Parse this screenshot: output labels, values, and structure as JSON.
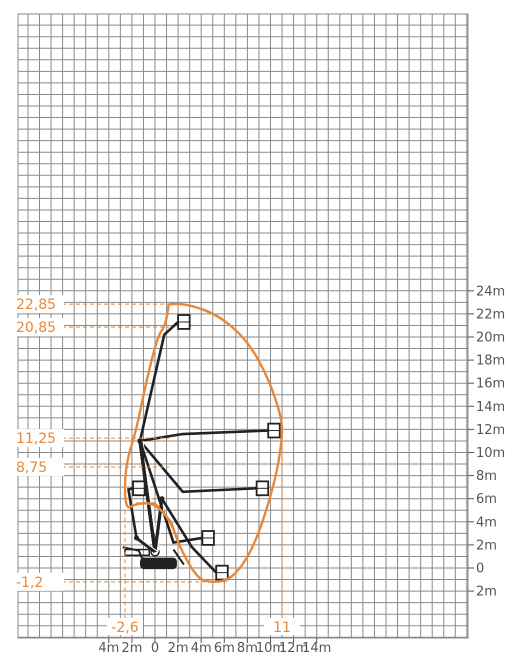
{
  "chart_data": {
    "type": "diagram",
    "x_axis": {
      "unit": "m",
      "ticks": [
        {
          "value": -4,
          "label": "4m"
        },
        {
          "value": -2,
          "label": "2m"
        },
        {
          "value": 0,
          "label": "0"
        },
        {
          "value": 2,
          "label": "2m"
        },
        {
          "value": 4,
          "label": "4m"
        },
        {
          "value": 6,
          "label": "6m"
        },
        {
          "value": 8,
          "label": "8m"
        },
        {
          "value": 10,
          "label": "10m"
        },
        {
          "value": 12,
          "label": "12m"
        },
        {
          "value": 14,
          "label": "14m"
        }
      ]
    },
    "y_axis": {
      "unit": "m",
      "ticks": [
        {
          "value": 24,
          "label": "24m"
        },
        {
          "value": 22,
          "label": "22m"
        },
        {
          "value": 20,
          "label": "20m"
        },
        {
          "value": 18,
          "label": "18m"
        },
        {
          "value": 16,
          "label": "16m"
        },
        {
          "value": 14,
          "label": "14m"
        },
        {
          "value": 12,
          "label": "12m"
        },
        {
          "value": 10,
          "label": "10m"
        },
        {
          "value": 8,
          "label": "8m"
        },
        {
          "value": 6,
          "label": "6m"
        },
        {
          "value": 4,
          "label": "4m"
        },
        {
          "value": 2,
          "label": "2m"
        },
        {
          "value": 0,
          "label": "0"
        },
        {
          "value": -2,
          "label": "2m"
        }
      ]
    },
    "height_callouts": [
      {
        "value": 22.85,
        "label": "22,85"
      },
      {
        "value": 20.85,
        "label": "20,85"
      },
      {
        "value": 11.25,
        "label": "11,25"
      },
      {
        "value": 8.75,
        "label": "8,75"
      },
      {
        "value": -1.2,
        "label": "-1,2"
      }
    ],
    "reach_callouts": [
      {
        "value": -2.6,
        "label": "-2,6"
      },
      {
        "value": 11,
        "label": "11"
      }
    ],
    "envelope": [
      [
        1.2,
        22.85
      ],
      [
        2.8,
        22.85
      ],
      [
        5.5,
        21.9
      ],
      [
        8.0,
        19.7
      ],
      [
        9.8,
        16.5
      ],
      [
        11.0,
        12.9
      ],
      [
        11.0,
        11.25
      ],
      [
        10.6,
        8.5
      ],
      [
        9.8,
        5.5
      ],
      [
        8.8,
        2.5
      ],
      [
        7.6,
        0.2
      ],
      [
        6.2,
        -1.2
      ],
      [
        4.2,
        -1.2
      ],
      [
        3.3,
        -0.3
      ],
      [
        2.1,
        1.9
      ],
      [
        1.4,
        4.0
      ],
      [
        0.0,
        5.6
      ],
      [
        -1.6,
        5.6
      ],
      [
        -2.6,
        5.0
      ],
      [
        -2.6,
        8.75
      ],
      [
        -1.6,
        12.0
      ],
      [
        -0.9,
        15.5
      ],
      [
        0.2,
        20.0
      ],
      [
        0.9,
        21.0
      ],
      [
        1.2,
        22.85
      ]
    ],
    "inner_arc": [
      [
        -1.6,
        5.6
      ],
      [
        0.0,
        5.6
      ],
      [
        1.4,
        4.0
      ],
      [
        2.1,
        1.9
      ]
    ],
    "machine_positions": [
      {
        "pivot": [
          0.0,
          1.4
        ],
        "elbow": [
          -1.3,
          11.0
        ],
        "tip": [
          0.8,
          20.2
        ],
        "basket": [
          2.0,
          21.3
        ]
      },
      {
        "pivot": [
          0.0,
          1.4
        ],
        "elbow": [
          -1.3,
          11.0
        ],
        "tip": [
          2.4,
          11.6
        ],
        "basket": [
          9.8,
          11.9
        ]
      },
      {
        "pivot": [
          0.0,
          1.4
        ],
        "elbow": [
          -1.3,
          11.0
        ],
        "tip": [
          2.4,
          6.6
        ],
        "basket": [
          8.8,
          6.9
        ]
      },
      {
        "pivot": [
          0.0,
          1.4
        ],
        "elbow": [
          -1.3,
          11.0
        ],
        "tip": [
          1.6,
          2.2
        ],
        "basket": [
          4.1,
          2.6
        ]
      },
      {
        "pivot": [
          0.0,
          1.4
        ],
        "elbow": [
          0.6,
          6.0
        ],
        "tip": [
          3.2,
          1.8
        ],
        "basket": [
          5.3,
          -0.4
        ]
      },
      {
        "pivot": [
          0.0,
          1.4
        ],
        "elbow": [
          -1.6,
          2.6
        ],
        "tip": [
          -2.3,
          6.8
        ],
        "basket": [
          -1.9,
          6.9
        ]
      }
    ],
    "grid": true,
    "colors": {
      "envelope": "#e8883a",
      "grid": "#8a8a8a",
      "machine": "#222222"
    }
  }
}
